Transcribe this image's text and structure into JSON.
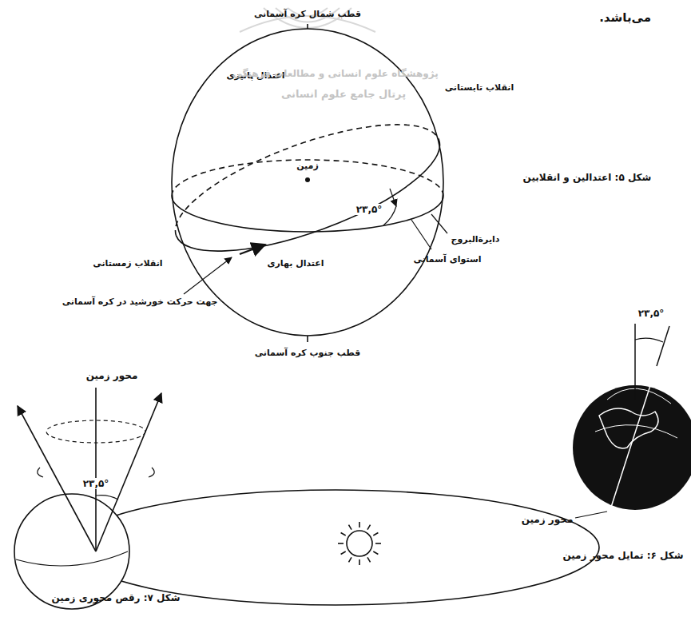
{
  "diagram": {
    "labels": [
      "می‌باشد.",
      "قطب شمال کره آسمانی",
      "اعتدال پائیزی",
      "انقلاب تابستانی",
      "زمین",
      "۲۳,۵°",
      "دایرةالبروج",
      "استوای آسمانی",
      "اعتدال بهاری",
      "انقلاب زمستانی",
      "جهت حرکت خورشید در کره آسمانی",
      "قطب جنوب کره آسمانی",
      "شکل ۵: اعتدالین و انقلابین",
      "پژوهشگاه علوم انسانی و مطالعات فرهنگی",
      "پرتال جامع علوم انسانی",
      "۲۳,۵°",
      "محور زمین",
      "شکل ۶: تمایل محور زمین",
      "محور زمین",
      "۲۳,۵°",
      "شکل ۷: رقص محوری زمین"
    ]
  }
}
